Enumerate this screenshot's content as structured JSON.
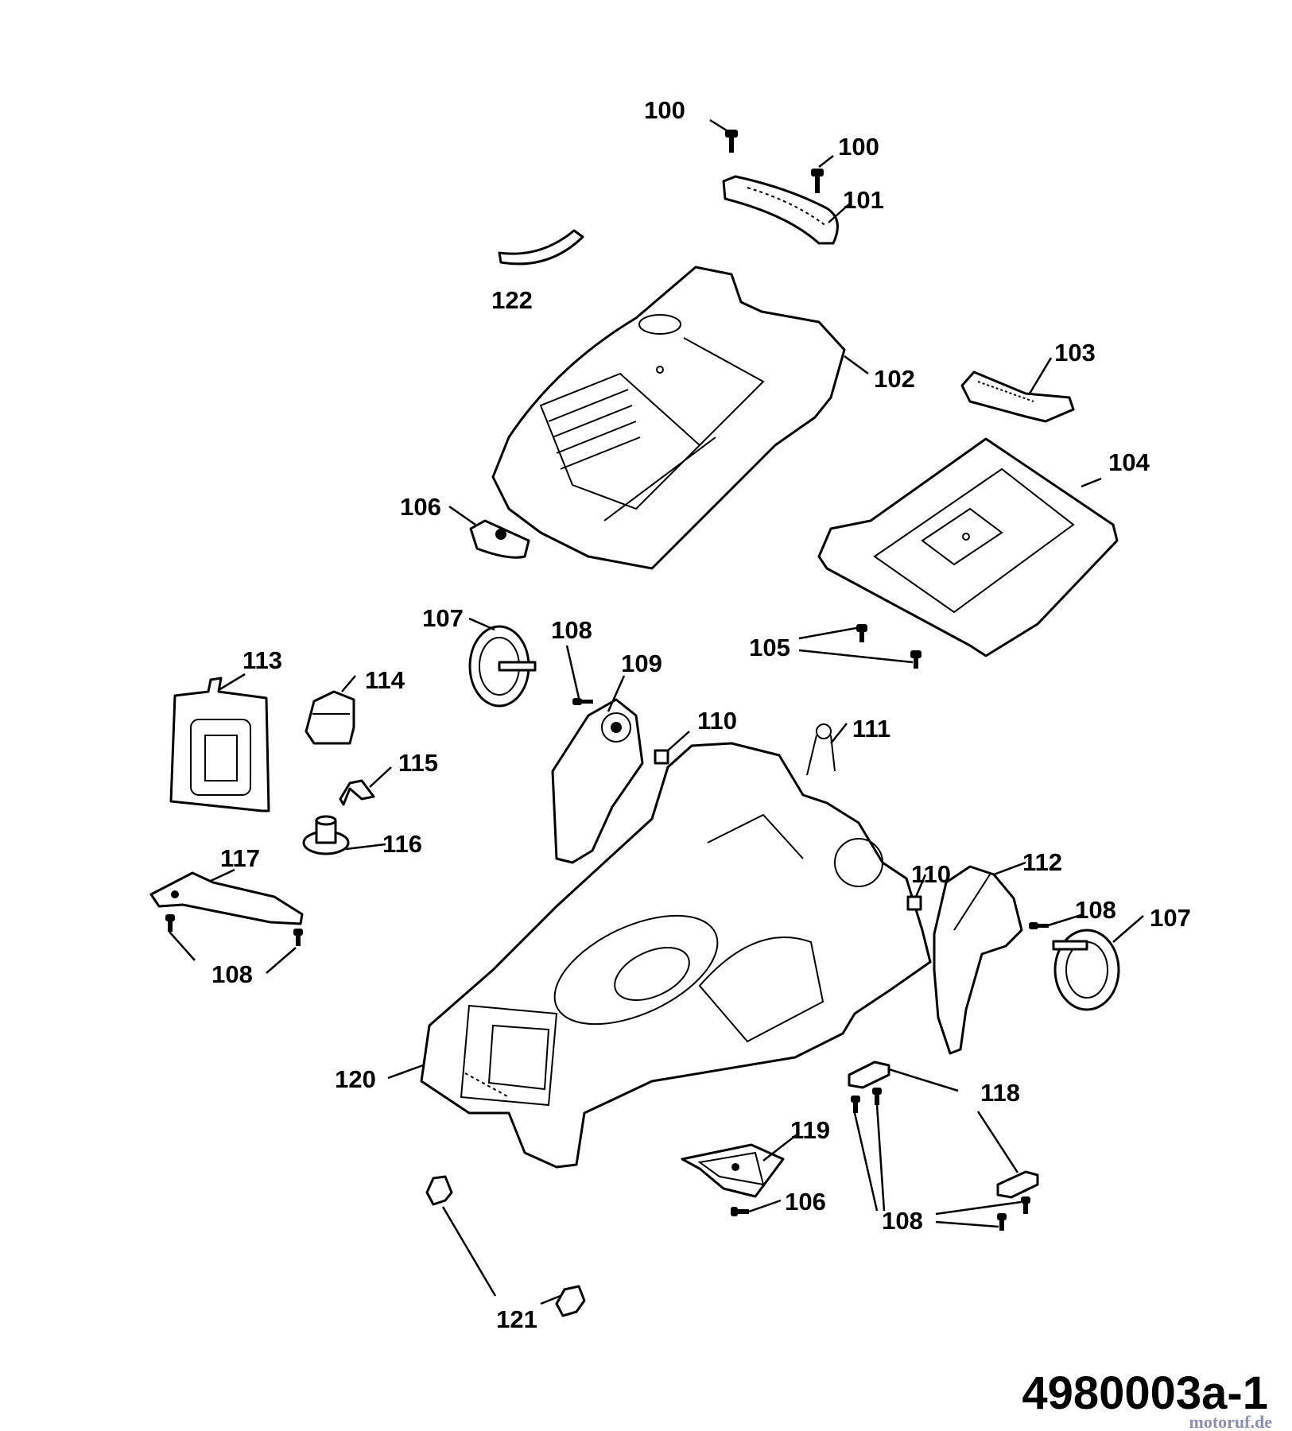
{
  "diagram_code": "4980003a-1",
  "watermark": "motoruf.de",
  "callouts": {
    "c100a": "100",
    "c100b": "100",
    "c101": "101",
    "c122": "122",
    "c102": "102",
    "c103": "103",
    "c104": "104",
    "c105": "105",
    "c106a": "106",
    "c106b": "106",
    "c107a": "107",
    "c107b": "107",
    "c108a": "108",
    "c108b": "108",
    "c108c": "108",
    "c108d": "108",
    "c109": "109",
    "c110a": "110",
    "c110b": "110",
    "c111": "111",
    "c112": "112",
    "c113": "113",
    "c114": "114",
    "c115": "115",
    "c116": "116",
    "c117": "117",
    "c118": "118",
    "c119": "119",
    "c120": "120",
    "c121": "121"
  },
  "colors": {
    "line": "#000000",
    "background": "#ffffff"
  }
}
